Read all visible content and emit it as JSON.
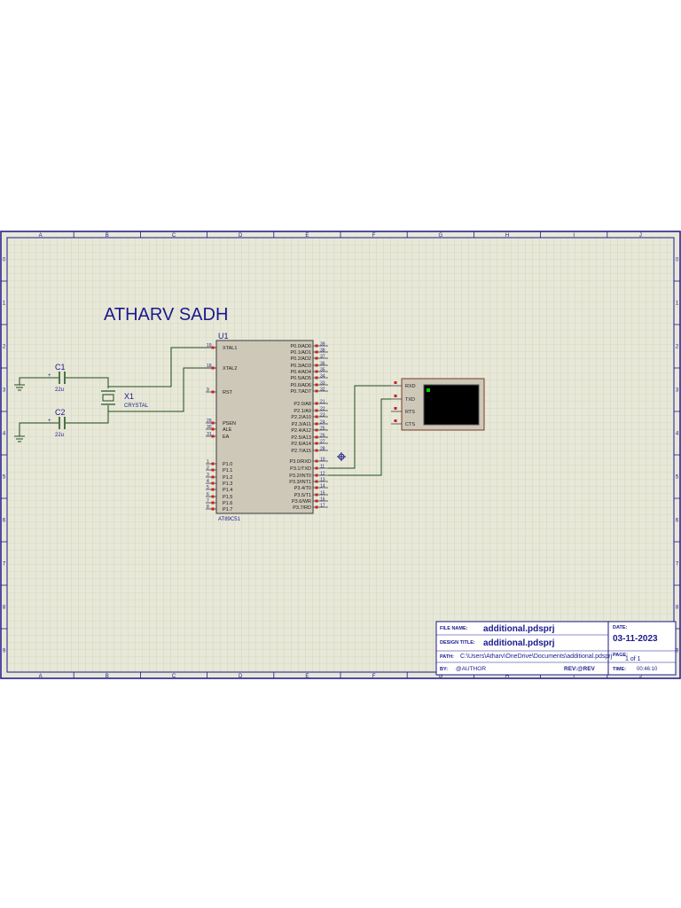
{
  "title": "ATHARV SADH",
  "grid_columns": [
    "A",
    "B",
    "C",
    "D",
    "E",
    "F",
    "G",
    "H",
    "I",
    "J"
  ],
  "grid_rows": [
    "0",
    "1",
    "2",
    "3",
    "4",
    "5",
    "6",
    "7",
    "8",
    "9"
  ],
  "components": {
    "c1": {
      "ref": "C1",
      "value": "22u"
    },
    "c2": {
      "ref": "C2",
      "value": "22u"
    },
    "x1": {
      "ref": "X1",
      "value": "CRYSTAL"
    },
    "u1": {
      "ref": "U1",
      "part": "AT89C51",
      "left_pins": [
        {
          "num": "19",
          "name": "XTAL1"
        },
        {
          "num": "18",
          "name": "XTAL2"
        },
        {
          "num": "9",
          "name": "RST"
        },
        {
          "num": "29",
          "name": "PSEN"
        },
        {
          "num": "30",
          "name": "ALE"
        },
        {
          "num": "31",
          "name": "EA"
        },
        {
          "num": "1",
          "name": "P1.0"
        },
        {
          "num": "2",
          "name": "P1.1"
        },
        {
          "num": "3",
          "name": "P1.2"
        },
        {
          "num": "4",
          "name": "P1.3"
        },
        {
          "num": "5",
          "name": "P1.4"
        },
        {
          "num": "6",
          "name": "P1.5"
        },
        {
          "num": "7",
          "name": "P1.6"
        },
        {
          "num": "8",
          "name": "P1.7"
        }
      ],
      "right_pins": [
        {
          "num": "39",
          "name": "P0.0/AD0"
        },
        {
          "num": "38",
          "name": "P0.1/AD1"
        },
        {
          "num": "37",
          "name": "P0.2/AD2"
        },
        {
          "num": "36",
          "name": "P0.3/AD3"
        },
        {
          "num": "35",
          "name": "P0.4/AD4"
        },
        {
          "num": "34",
          "name": "P0.5/AD5"
        },
        {
          "num": "33",
          "name": "P0.6/AD6"
        },
        {
          "num": "32",
          "name": "P0.7/AD7"
        },
        {
          "num": "21",
          "name": "P2.0/A8"
        },
        {
          "num": "22",
          "name": "P2.1/A9"
        },
        {
          "num": "23",
          "name": "P2.2/A10"
        },
        {
          "num": "24",
          "name": "P2.3/A11"
        },
        {
          "num": "25",
          "name": "P2.4/A12"
        },
        {
          "num": "26",
          "name": "P2.5/A13"
        },
        {
          "num": "27",
          "name": "P2.6/A14"
        },
        {
          "num": "28",
          "name": "P2.7/A15"
        },
        {
          "num": "10",
          "name": "P3.0/RXD"
        },
        {
          "num": "11",
          "name": "P3.1/TXD"
        },
        {
          "num": "12",
          "name": "P3.2/INT0"
        },
        {
          "num": "13",
          "name": "P3.3/INT1"
        },
        {
          "num": "14",
          "name": "P3.4/T0"
        },
        {
          "num": "15",
          "name": "P3.5/T1"
        },
        {
          "num": "16",
          "name": "P3.6/WR"
        },
        {
          "num": "17",
          "name": "P3.7/RD"
        }
      ]
    },
    "terminal": {
      "pins": [
        "RXD",
        "TXD",
        "RTS",
        "CTS"
      ]
    }
  },
  "title_block": {
    "file_name_label": "FILE NAME:",
    "file_name": "additional.pdsprj",
    "design_title_label": "DESIGN TITLE:",
    "design_title": "additional.pdsprj",
    "path_label": "PATH:",
    "path": "C:\\Users\\Atharv\\OneDrive\\Documents\\additional.pdsprj",
    "by_label": "BY:",
    "by": "@AUTHOR",
    "rev": "REV:@REV",
    "date_label": "DATE:",
    "date": "03-11-2023",
    "page_label": "PAGE:",
    "page": "1 of 1",
    "time_label": "TIME:",
    "time": "00:46:10"
  },
  "colors": {
    "background": "#e8e8d8",
    "grid": "#c8c8b4",
    "border": "#1a1a8c",
    "wire": "#1e4d1e",
    "chip_fill": "#cdc8b8",
    "pin_marker": "#c81e1e",
    "screen": "#000000",
    "screen_led": "#00d000"
  }
}
